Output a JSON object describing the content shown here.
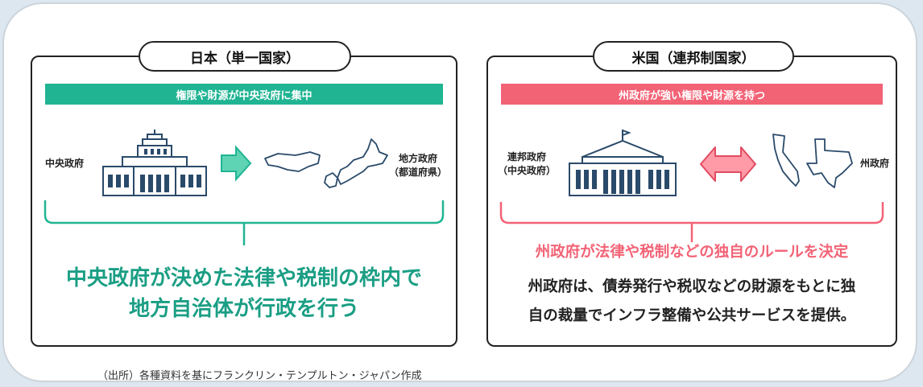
{
  "japan": {
    "title": "日本（単一国家）",
    "banner": "権限や財源が中央政府に集中",
    "left_label": "中央政府",
    "right_label_line1": "地方政府",
    "right_label_line2": "（都道府県）",
    "summary_line1": "中央政府が決めた法律や税制の枠内で",
    "summary_line2": "地方自治体が行政を行う",
    "accent_color": "#20b493"
  },
  "usa": {
    "title": "米国（連邦制国家）",
    "banner": "州政府が強い権限や財源を持つ",
    "left_label_line1": "連邦政府",
    "left_label_line2": "（中央政府）",
    "right_label": "州政府",
    "headline": "州政府が法律や税制などの独自のルールを決定",
    "body_line1": "州政府は、債券発行や税収などの財源をもとに独",
    "body_line2": "自の裁量でインフラ整備や公共サービスを提供。",
    "accent_color": "#f26376"
  },
  "source_note": "（出所）各種資料を基にフランクリン・テンプルトン・ジャパン作成"
}
